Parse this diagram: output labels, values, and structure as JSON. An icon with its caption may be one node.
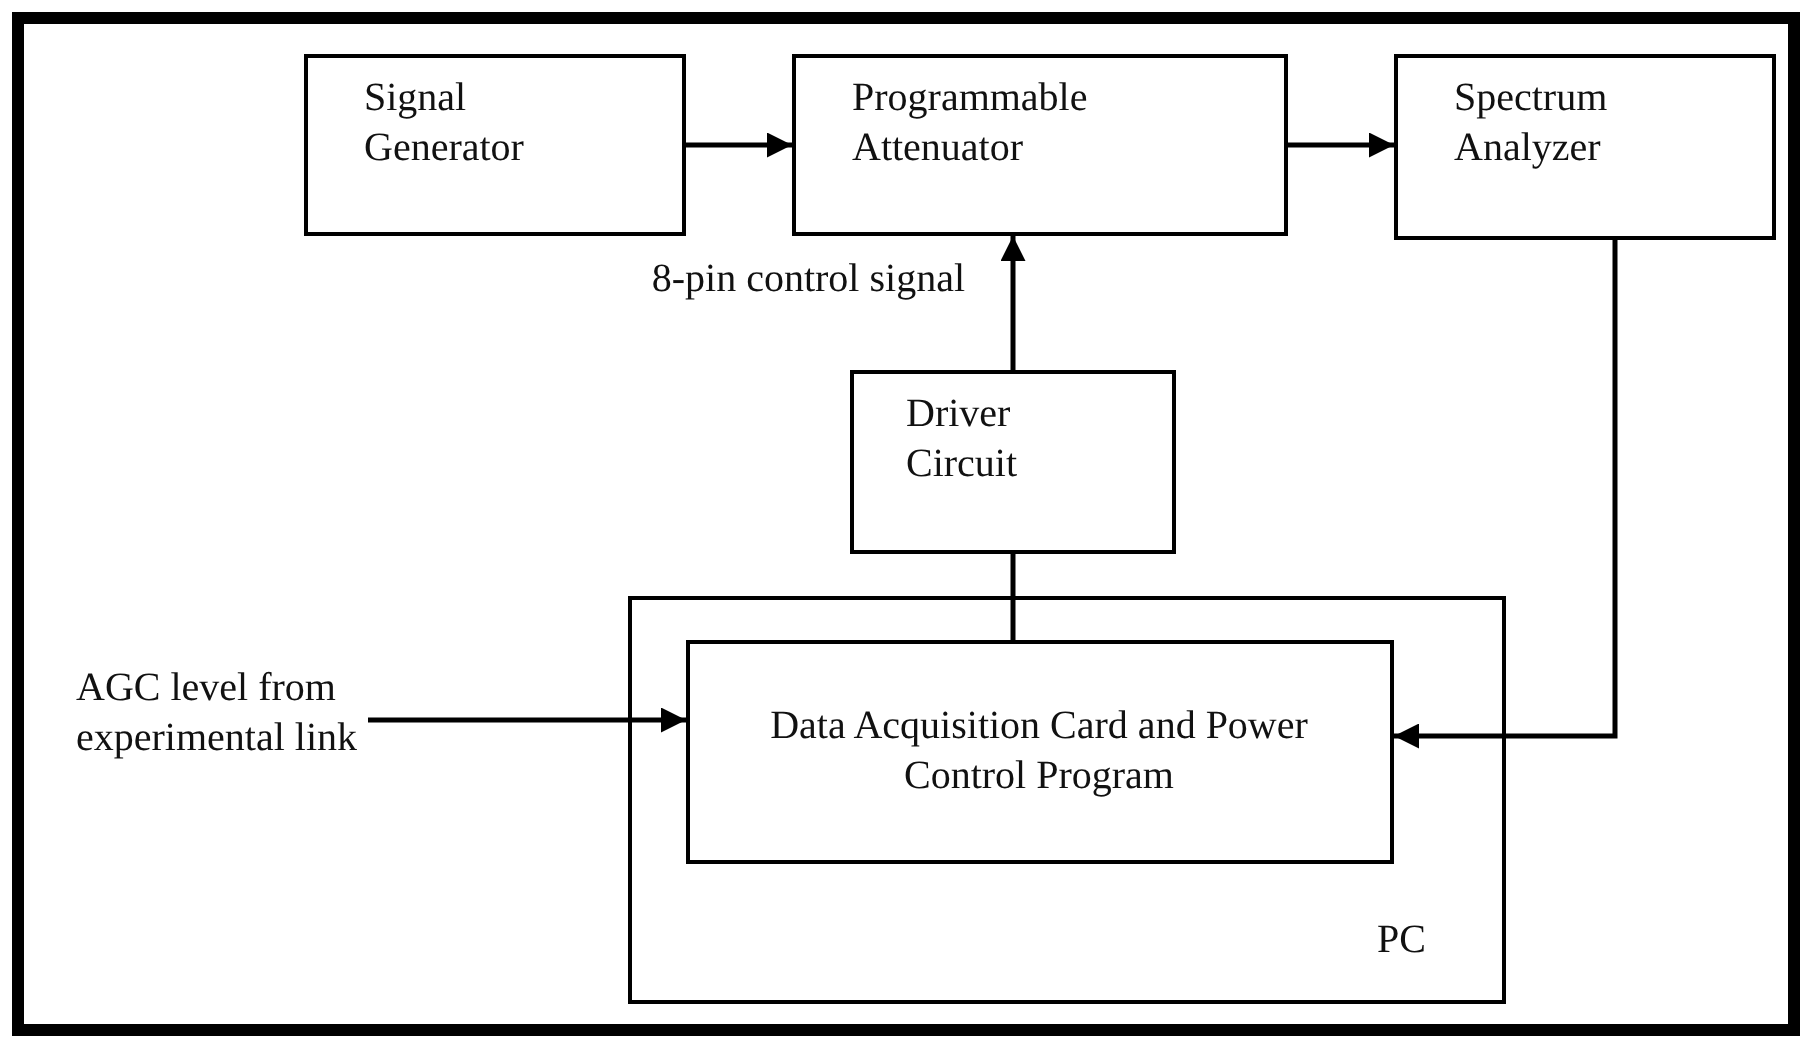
{
  "diagram": {
    "nodes": [
      {
        "text": [
          "Signal Generator"
        ]
      },
      {
        "text": [
          "Programmable Attenuator"
        ]
      },
      {
        "text": [
          "Spectrum Analyzer"
        ]
      },
      {
        "text": [
          "Driver Circuit"
        ]
      },
      {
        "text": [
          "PC"
        ]
      },
      {
        "text": [
          "Data Acquisition Card and Power Control Program"
        ],
        "in": 4
      },
      {
        "text": [
          "AGC level from experimental link"
        ]
      }
    ],
    "edges": [
      {
        "from": 0,
        "to": 1,
        "arrow": "to"
      },
      {
        "from": 1,
        "to": 2,
        "arrow": "to"
      },
      {
        "from": 3,
        "to": 1,
        "arrow": "to",
        "label": "8-pin control signal"
      },
      {
        "from": 3,
        "to": 5,
        "arrow": "none"
      },
      {
        "from": 2,
        "to": 5,
        "arrow": "to"
      },
      {
        "from": 6,
        "to": 5,
        "arrow": "to"
      }
    ]
  }
}
